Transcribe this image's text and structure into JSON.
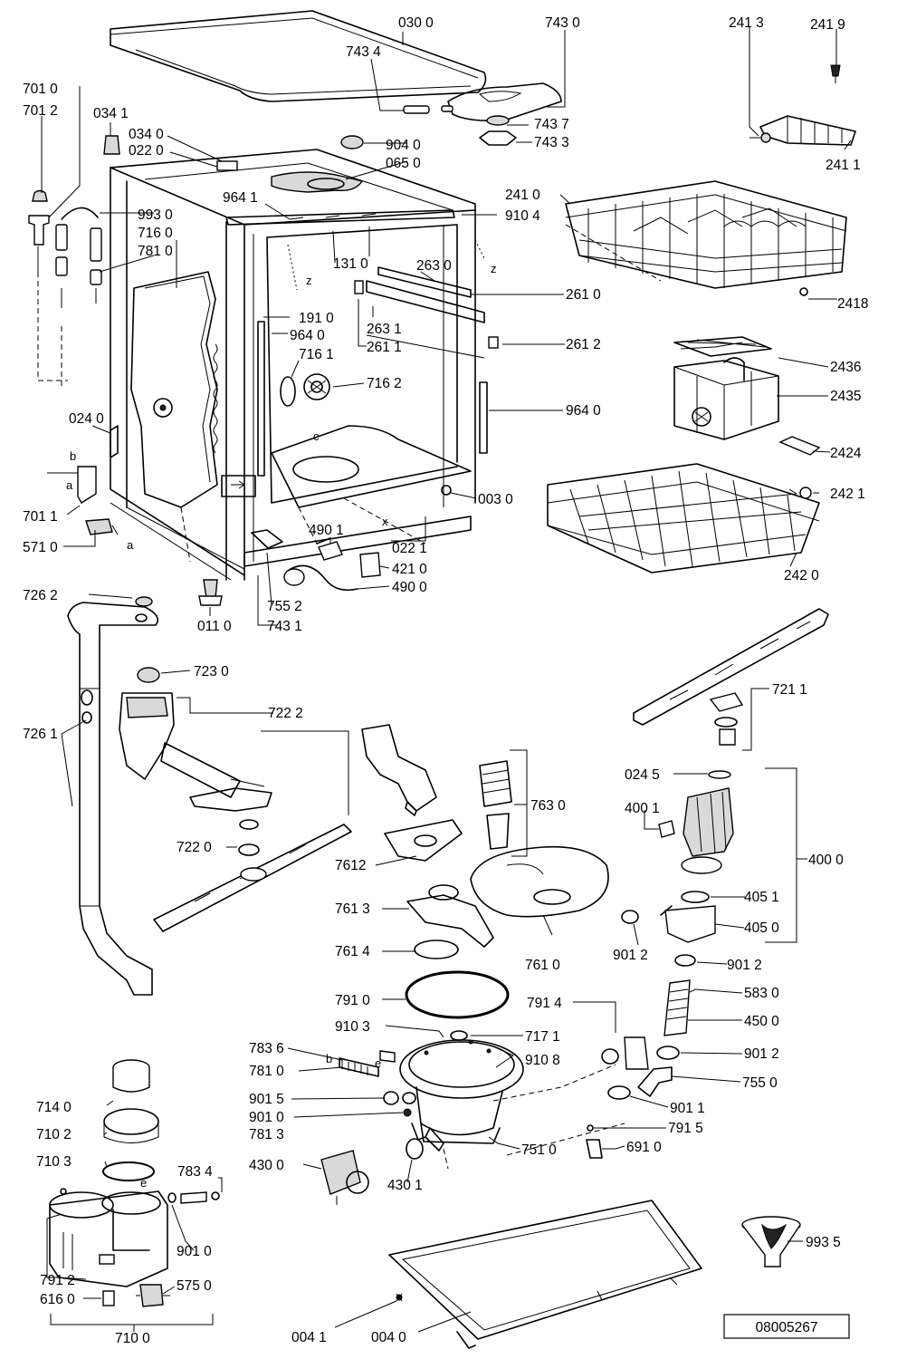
{
  "document_number": "08005267",
  "letters": [
    "b",
    "a",
    "a",
    "z",
    "z",
    "c",
    "x",
    "b",
    "e",
    "e"
  ],
  "labels": [
    "030 0",
    "743 0",
    "241 3",
    "241 9",
    "743 4",
    "743 7",
    "743 3",
    "241 1",
    "701 0",
    "701 2",
    "034 1",
    "034 0",
    "022 0",
    "904 0",
    "065 0",
    "964 1",
    "993 0",
    "910 4",
    "241 0",
    "716 0",
    "781 0",
    "131 0",
    "263 0",
    "261 0",
    "191 0",
    "964 0",
    "263 1",
    "261 1",
    "261 2",
    "2418",
    "716 1",
    "716 2",
    "2436",
    "2435",
    "964 0",
    "024 0",
    "2424",
    "701 1",
    "003 0",
    "242 1",
    "571 0",
    "490 1",
    "022 1",
    "421 0",
    "490 0",
    "242 0",
    "726 2",
    "755 2",
    "011 0",
    "743 1",
    "723 0",
    "721 1",
    "722 2",
    "726 1",
    "763 0",
    "024 5",
    "400 1",
    "400 0",
    "722 0",
    "7612",
    "405 1",
    "761 3",
    "405 0",
    "761 4",
    "761 0",
    "901 2",
    "901 2",
    "583 0",
    "791 0",
    "791 4",
    "450 0",
    "910 3",
    "717 1",
    "783 6",
    "910 8",
    "901 2",
    "781 0",
    "755 0",
    "901 5",
    "714 0",
    "901 0",
    "901 1",
    "781 3",
    "710 2",
    "791 5",
    "751 0",
    "691 0",
    "710 3",
    "783 4",
    "430 0",
    "430 1",
    "901 0",
    "993 5",
    "791 2",
    "575 0",
    "616 0",
    "710 0",
    "004 1",
    "004 0"
  ]
}
